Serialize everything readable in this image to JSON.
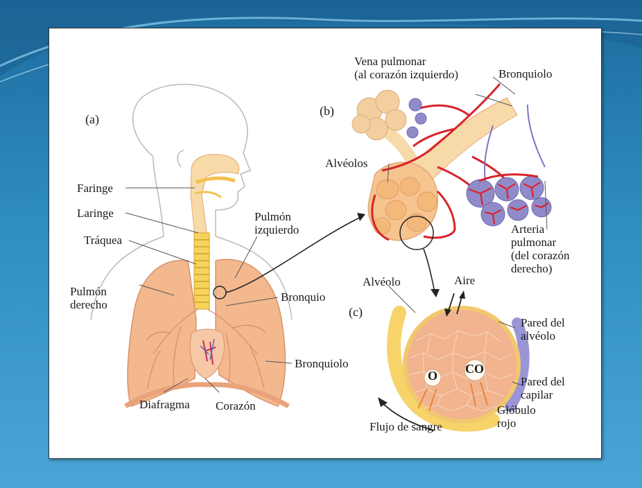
{
  "panels": {
    "a": "(a)",
    "b": "(b)",
    "c": "(c)"
  },
  "labels_a": {
    "faringe": "Faringe",
    "laringe": "Laringe",
    "traquea": "Tráquea",
    "pulmon_izquierdo": [
      "Pulmón",
      "izquierdo"
    ],
    "pulmon_derecho": [
      "Pulmón",
      "derecho"
    ],
    "bronquio": "Bronquio",
    "bronquiolo": "Bronquiolo",
    "diafragma": "Diafragma",
    "corazon": "Corazón"
  },
  "labels_b": {
    "vena_pulmonar": [
      "Vena pulmonar",
      "(al corazón izquierdo)"
    ],
    "bronquiolo": "Bronquiolo",
    "alveolos": "Alvéolos",
    "arteria_pulmonar": [
      "Arteria",
      "pulmonar",
      "(del corazón",
      "derecho)"
    ]
  },
  "labels_c": {
    "alveolo": "Alvéolo",
    "aire": "Aire",
    "pared_alveolo": [
      "Pared del",
      "alvéolo"
    ],
    "o": "O",
    "co": "CO",
    "pared_capilar": [
      "Pared del",
      "capilar"
    ],
    "globulo_rojo": [
      "Glóbulo",
      "rojo"
    ],
    "flujo_sangre": "Flujo de sangre"
  },
  "colors": {
    "background_top": "#1d6b9e",
    "background_bottom": "#4aa5d6",
    "lung": "#f3b88e",
    "airway": "#f8d9a8",
    "blood_red": "#d8232a",
    "vein_blue": "#7b76c2"
  }
}
